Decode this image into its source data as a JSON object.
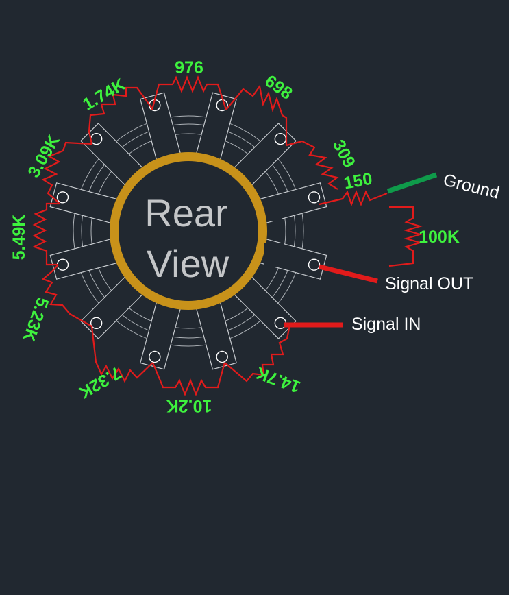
{
  "center_label": {
    "line1": "Rear",
    "line2": "View"
  },
  "resistors": [
    {
      "label": "976"
    },
    {
      "label": "698"
    },
    {
      "label": "309"
    },
    {
      "label": "150"
    },
    {
      "label": "100K"
    },
    {
      "label": "14.7K"
    },
    {
      "label": "10.2K"
    },
    {
      "label": "7.32K"
    },
    {
      "label": "5.23K"
    },
    {
      "label": "5.49K"
    },
    {
      "label": "3.09K"
    },
    {
      "label": "1.74K"
    }
  ],
  "wires": {
    "ground": "Ground",
    "signal_out": "Signal OUT",
    "signal_in": "Signal IN"
  },
  "colors": {
    "background": "#212830",
    "resistor": "#e11b1b",
    "label": "#3ef23e",
    "ground_wire": "#0f9a4a",
    "shaft_ring": "#c8921a"
  }
}
